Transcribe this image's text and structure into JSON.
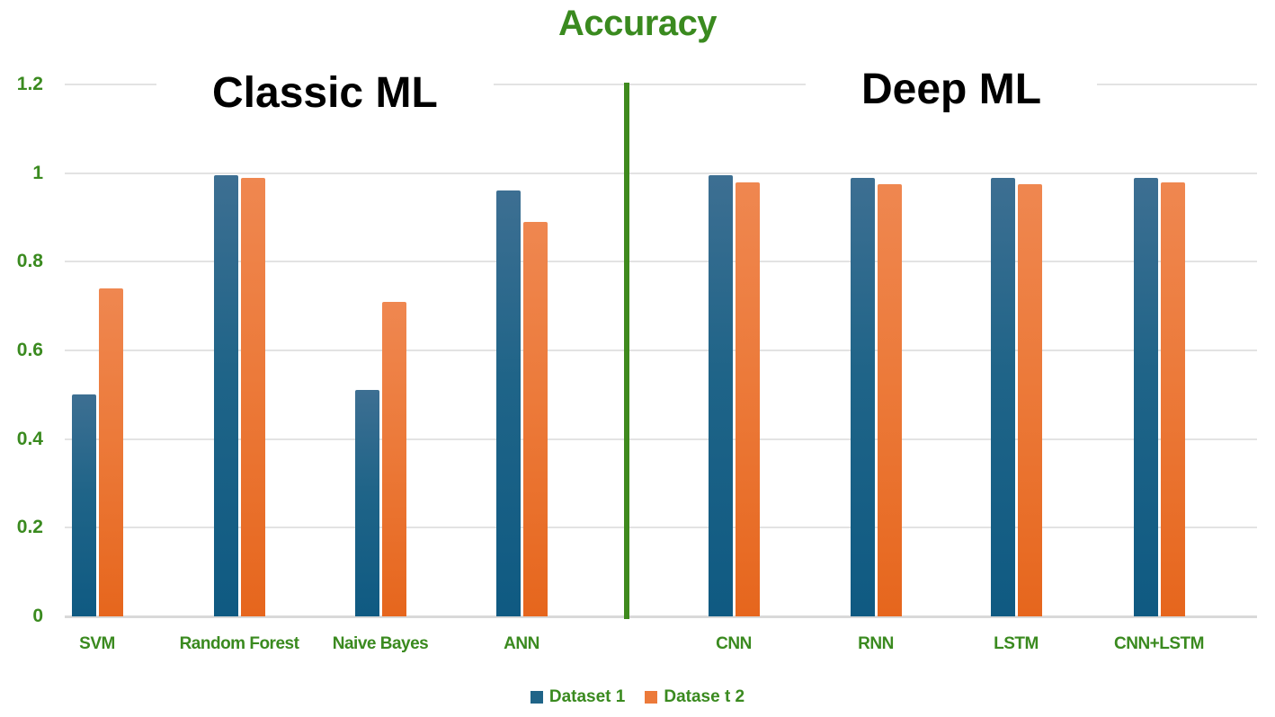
{
  "chart_data": {
    "type": "bar",
    "title": "Accuracy",
    "xlabel": "",
    "ylabel": "",
    "ylim": [
      0,
      1.2
    ],
    "yticks": [
      "0",
      "0.2",
      "0.4",
      "0.6",
      "0.8",
      "1",
      "1.2"
    ],
    "grid": true,
    "legend_position": "bottom",
    "categories": [
      "SVM",
      "Random Forest",
      "Naive Bayes",
      "ANN",
      "CNN",
      "RNN",
      "LSTM",
      "CNN+LSTM"
    ],
    "series": [
      {
        "name": "Dataset 1",
        "color": "#1f6488",
        "values": [
          0.5,
          0.995,
          0.51,
          0.96,
          0.995,
          0.99,
          0.99,
          0.99
        ]
      },
      {
        "name": "Datase t 2",
        "color": "#ec7a3a",
        "values": [
          0.74,
          0.99,
          0.71,
          0.89,
          0.98,
          0.975,
          0.975,
          0.98
        ]
      }
    ],
    "annotations": [
      {
        "text": "Classic ML",
        "applies_to": [
          "SVM",
          "Random Forest",
          "Naive Bayes",
          "ANN"
        ]
      },
      {
        "text": "Deep ML",
        "applies_to": [
          "CNN",
          "RNN",
          "LSTM",
          "CNN+LSTM"
        ]
      }
    ],
    "divider_color": "#3f8a1e"
  },
  "labels": {
    "title": "Accuracy",
    "classic": "Classic ML",
    "deep": "Deep ML",
    "legend1": "Dataset 1",
    "legend2": "Datase t 2"
  }
}
